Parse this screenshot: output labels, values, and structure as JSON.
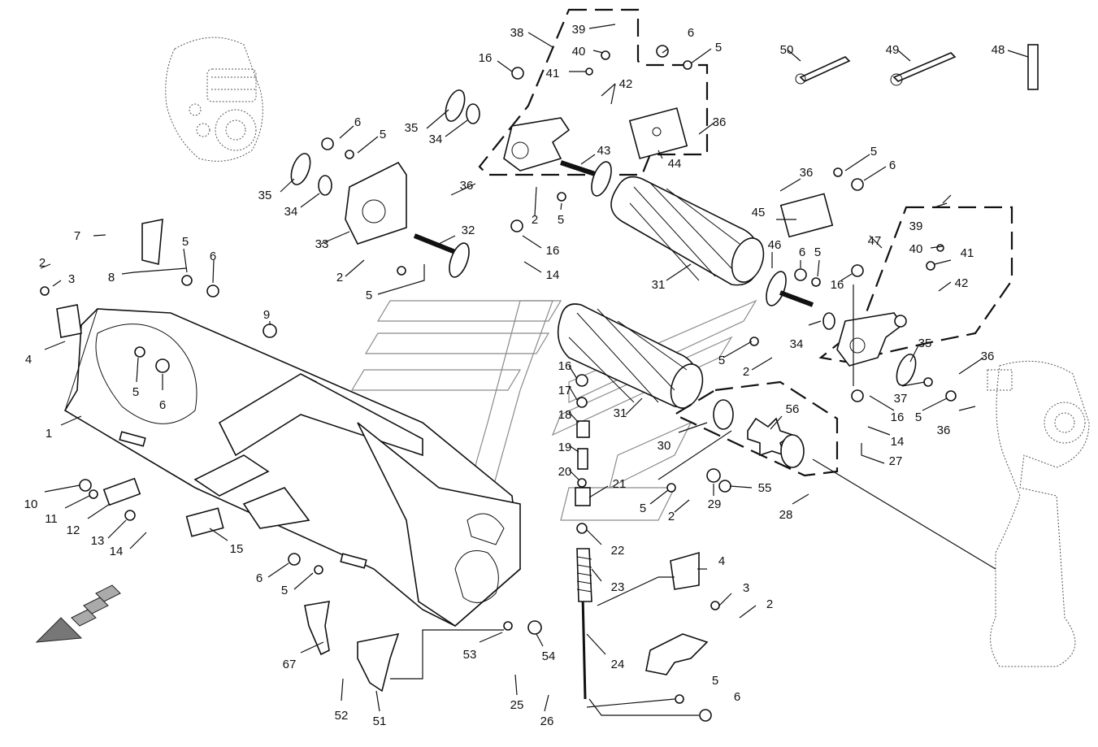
{
  "diagram": {
    "labels": [
      {
        "id": "1",
        "text": "1"
      },
      {
        "id": "2a",
        "text": "2"
      },
      {
        "id": "3a",
        "text": "3"
      },
      {
        "id": "4a",
        "text": "4"
      },
      {
        "id": "7",
        "text": "7"
      },
      {
        "id": "8",
        "text": "8"
      },
      {
        "id": "5a",
        "text": "5"
      },
      {
        "id": "6a",
        "text": "6"
      },
      {
        "id": "9",
        "text": "9"
      },
      {
        "id": "5b",
        "text": "5"
      },
      {
        "id": "6b",
        "text": "6"
      },
      {
        "id": "10",
        "text": "10"
      },
      {
        "id": "11",
        "text": "11"
      },
      {
        "id": "12",
        "text": "12"
      },
      {
        "id": "13",
        "text": "13"
      },
      {
        "id": "14a",
        "text": "14"
      },
      {
        "id": "15",
        "text": "15"
      },
      {
        "id": "6c",
        "text": "6"
      },
      {
        "id": "5c",
        "text": "5"
      },
      {
        "id": "67",
        "text": "67"
      },
      {
        "id": "52",
        "text": "52"
      },
      {
        "id": "51",
        "text": "51"
      },
      {
        "id": "53",
        "text": "53"
      },
      {
        "id": "54",
        "text": "54"
      },
      {
        "id": "16a",
        "text": "16"
      },
      {
        "id": "17",
        "text": "17"
      },
      {
        "id": "18",
        "text": "18"
      },
      {
        "id": "19",
        "text": "19"
      },
      {
        "id": "20",
        "text": "20"
      },
      {
        "id": "21",
        "text": "21"
      },
      {
        "id": "22",
        "text": "22"
      },
      {
        "id": "23",
        "text": "23"
      },
      {
        "id": "24",
        "text": "24"
      },
      {
        "id": "25",
        "text": "25"
      },
      {
        "id": "26",
        "text": "26"
      },
      {
        "id": "5d",
        "text": "5"
      },
      {
        "id": "6d",
        "text": "6"
      },
      {
        "id": "4b",
        "text": "4"
      },
      {
        "id": "3b",
        "text": "3"
      },
      {
        "id": "2b",
        "text": "2"
      },
      {
        "id": "5e",
        "text": "5"
      },
      {
        "id": "2c",
        "text": "2"
      },
      {
        "id": "29",
        "text": "29"
      },
      {
        "id": "55",
        "text": "55"
      },
      {
        "id": "28",
        "text": "28"
      },
      {
        "id": "30",
        "text": "30"
      },
      {
        "id": "56",
        "text": "56"
      },
      {
        "id": "27",
        "text": "27"
      },
      {
        "id": "31a",
        "text": "31"
      },
      {
        "id": "31b",
        "text": "31"
      },
      {
        "id": "5f",
        "text": "5"
      },
      {
        "id": "2d",
        "text": "2"
      },
      {
        "id": "38",
        "text": "38"
      },
      {
        "id": "39a",
        "text": "39"
      },
      {
        "id": "40a",
        "text": "40"
      },
      {
        "id": "41a",
        "text": "41"
      },
      {
        "id": "42a",
        "text": "42"
      },
      {
        "id": "16b",
        "text": "16"
      },
      {
        "id": "35a",
        "text": "35"
      },
      {
        "id": "34a",
        "text": "34"
      },
      {
        "id": "6e",
        "text": "6"
      },
      {
        "id": "5g",
        "text": "5"
      },
      {
        "id": "36a",
        "text": "36"
      },
      {
        "id": "44",
        "text": "44"
      },
      {
        "id": "6f",
        "text": "6"
      },
      {
        "id": "5h",
        "text": "5"
      },
      {
        "id": "35b",
        "text": "35"
      },
      {
        "id": "34b",
        "text": "34"
      },
      {
        "id": "36b",
        "text": "36"
      },
      {
        "id": "33",
        "text": "33"
      },
      {
        "id": "32",
        "text": "32"
      },
      {
        "id": "2e",
        "text": "2"
      },
      {
        "id": "5i",
        "text": "5"
      },
      {
        "id": "43",
        "text": "43"
      },
      {
        "id": "2f",
        "text": "2"
      },
      {
        "id": "5j",
        "text": "5"
      },
      {
        "id": "16c",
        "text": "16"
      },
      {
        "id": "14b",
        "text": "14"
      },
      {
        "id": "50",
        "text": "50"
      },
      {
        "id": "49",
        "text": "49"
      },
      {
        "id": "48",
        "text": "48"
      },
      {
        "id": "36c",
        "text": "36"
      },
      {
        "id": "5k",
        "text": "5"
      },
      {
        "id": "6g",
        "text": "6"
      },
      {
        "id": "45",
        "text": "45"
      },
      {
        "id": "47",
        "text": "47"
      },
      {
        "id": "46",
        "text": "46"
      },
      {
        "id": "6h",
        "text": "6"
      },
      {
        "id": "5l",
        "text": "5"
      },
      {
        "id": "16d",
        "text": "16"
      },
      {
        "id": "39b",
        "text": "39"
      },
      {
        "id": "40b",
        "text": "40"
      },
      {
        "id": "41b",
        "text": "41"
      },
      {
        "id": "42b",
        "text": "42"
      },
      {
        "id": "34c",
        "text": "34"
      },
      {
        "id": "35c",
        "text": "35"
      },
      {
        "id": "36d",
        "text": "36"
      },
      {
        "id": "37",
        "text": "37"
      },
      {
        "id": "5m",
        "text": "5"
      },
      {
        "id": "36e",
        "text": "36"
      },
      {
        "id": "16e",
        "text": "16"
      },
      {
        "id": "14c",
        "text": "14"
      }
    ]
  }
}
